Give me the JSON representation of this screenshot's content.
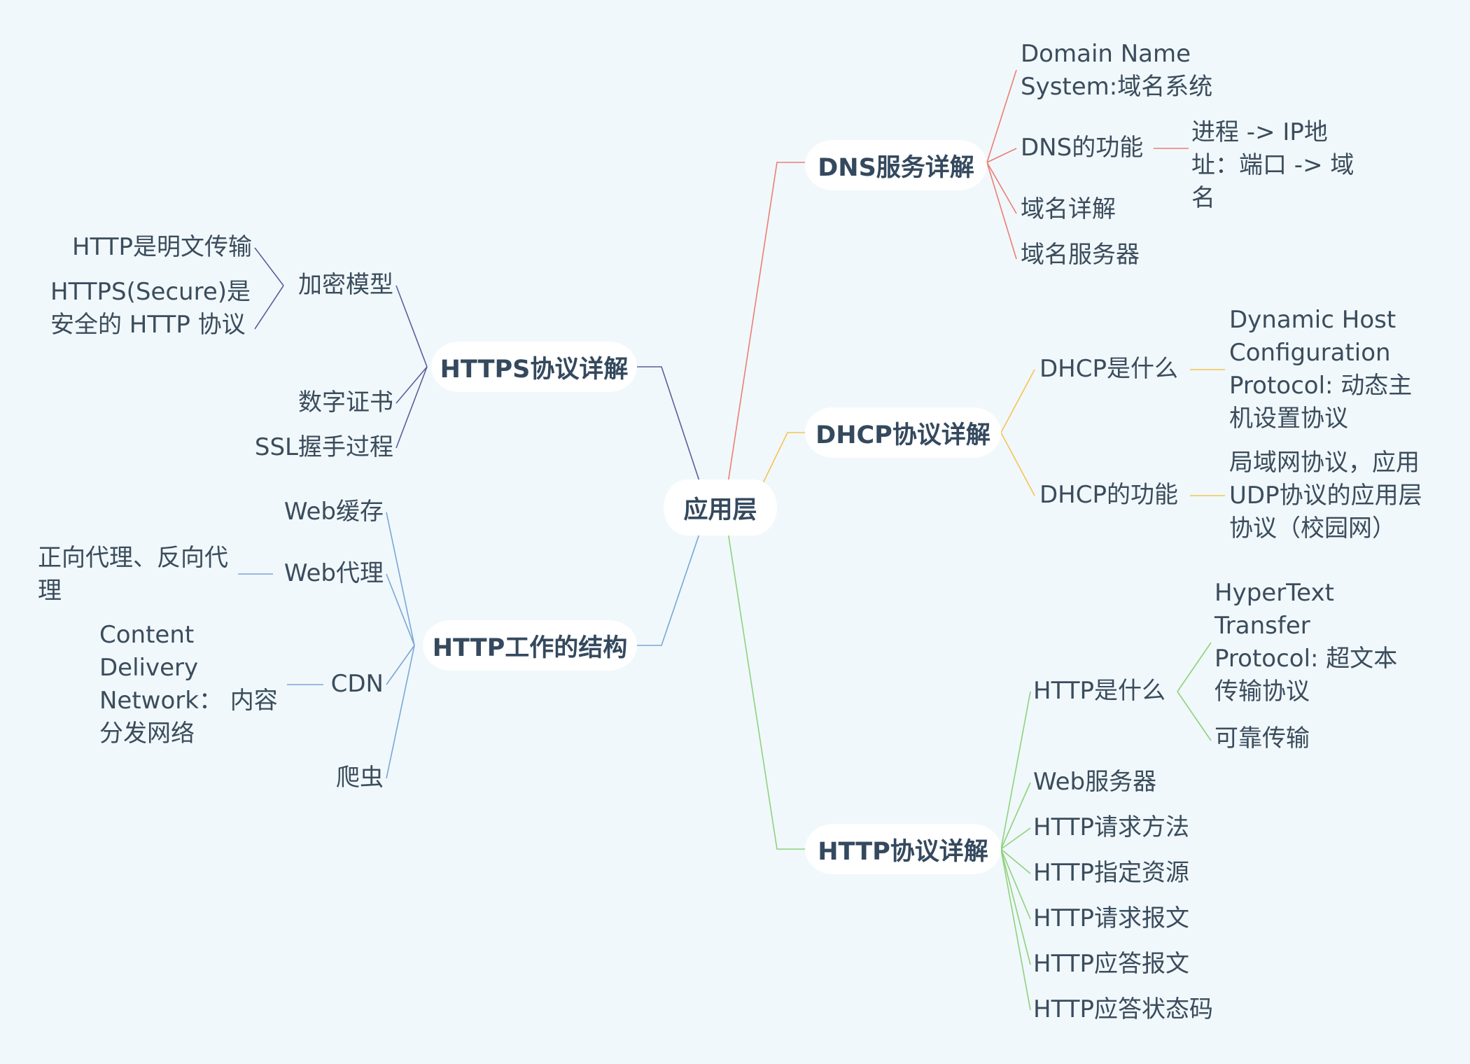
{
  "root": "应用层",
  "branches": {
    "dns": {
      "title": "DNS服务详解",
      "color": "#ee7d73",
      "items": {
        "domain_name_system": "Domain Name System:域名系统",
        "function": "DNS的功能",
        "function_detail": "进程 -> IP地址：端口 -> 域名",
        "domain_explain": "域名详解",
        "domain_server": "域名服务器"
      }
    },
    "dhcp": {
      "title": "DHCP协议详解",
      "color": "#f5c451",
      "items": {
        "what": "DHCP是什么",
        "what_detail": "Dynamic Host Configuration Protocol: 动态主机设置协议",
        "function": "DHCP的功能",
        "function_detail": "局域网协议，应用UDP协议的应用层协议（校园网）"
      }
    },
    "http": {
      "title": "HTTP协议详解",
      "color": "#8fd27a",
      "items": {
        "what": "HTTP是什么",
        "what_detail": "HyperText Transfer Protocol: 超文本传输协议",
        "reliable": "可靠传输",
        "web_server": "Web服务器",
        "request_method": "HTTP请求方法",
        "specify_resource": "HTTP指定资源",
        "request_message": "HTTP请求报文",
        "response_message": "HTTP应答报文",
        "status_code": "HTTP应答状态码"
      }
    },
    "https": {
      "title": "HTTPS协议详解",
      "color": "#5a5f9a",
      "items": {
        "encryption_model": "加密模型",
        "plaintext": "HTTP是明文传输",
        "secure": "HTTPS(Secure)是安全的 HTTP 协议",
        "certificate": "数字证书",
        "ssl_handshake": "SSL握手过程"
      }
    },
    "http_structure": {
      "title": "HTTP工作的结构",
      "color": "#7aa6d8",
      "items": {
        "web_cache": "Web缓存",
        "web_proxy": "Web代理",
        "proxy_detail": "正向代理、反向代理",
        "cdn": "CDN",
        "cdn_detail": "Content Delivery Network： 内容分发网络",
        "crawler": "爬虫"
      }
    }
  }
}
